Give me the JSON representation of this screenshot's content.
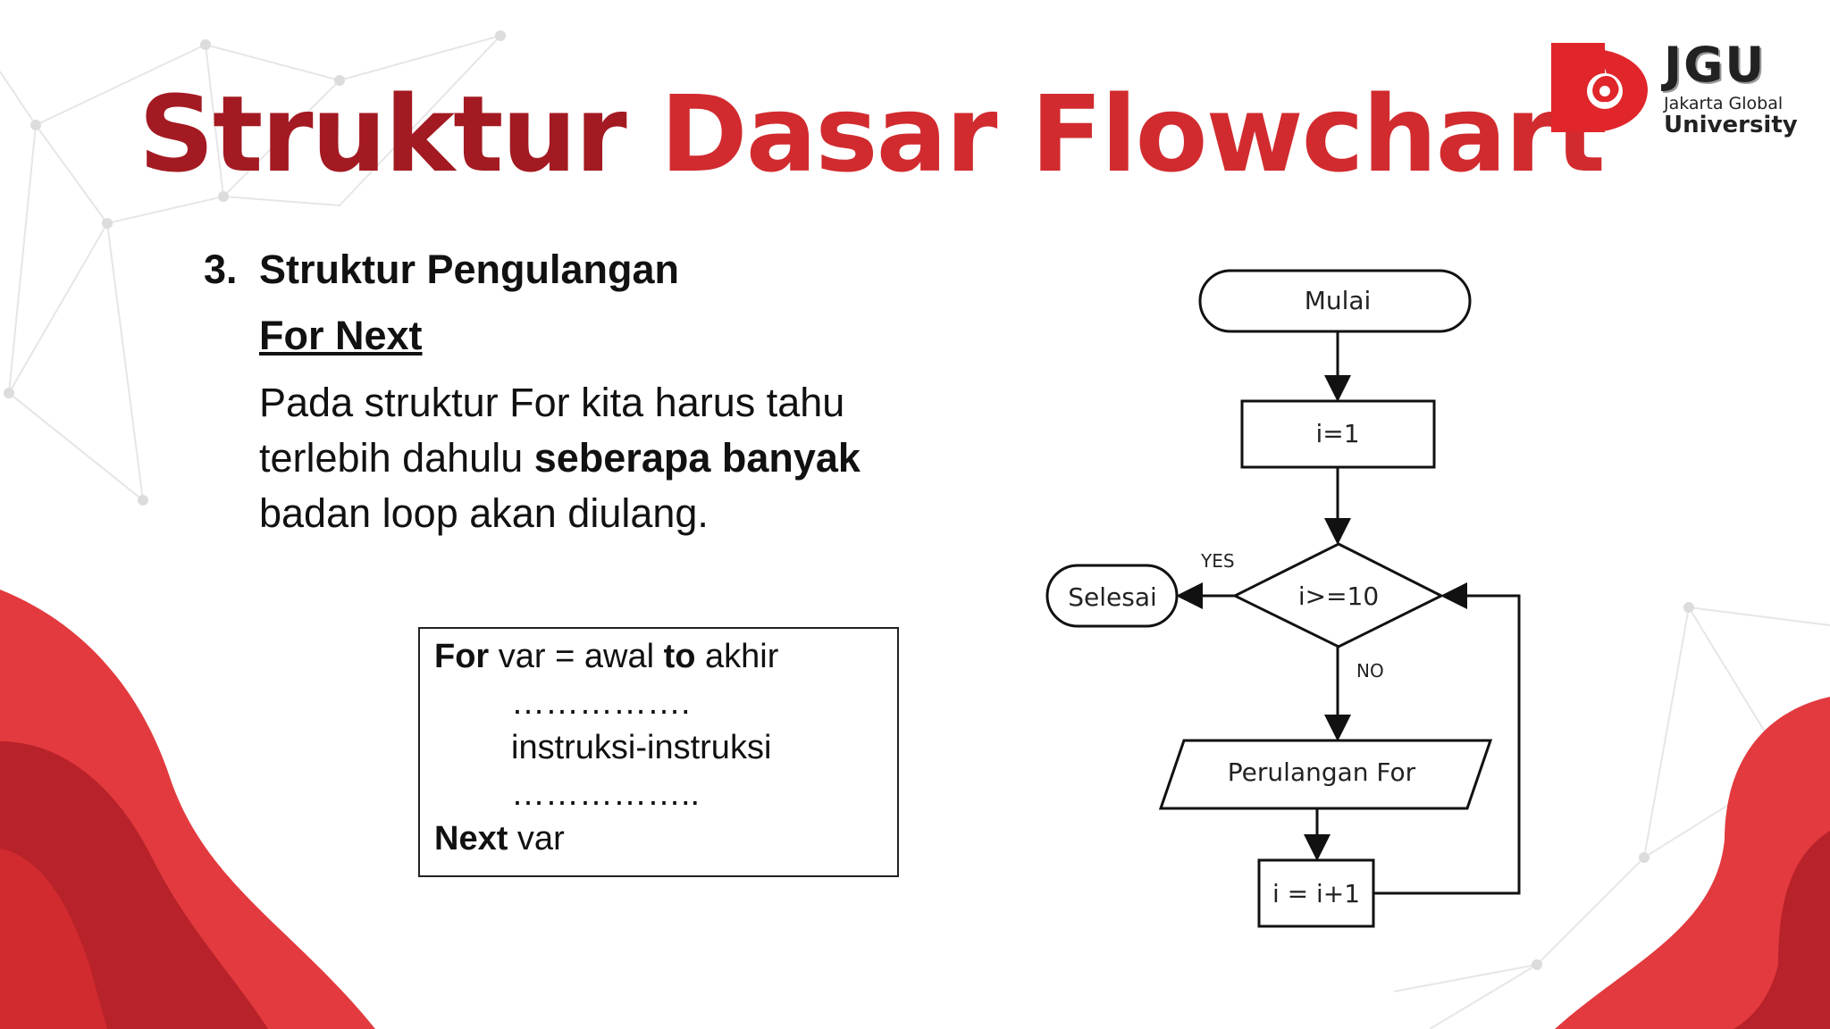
{
  "slide": {
    "title_part1": "Struktur",
    "title_part2": "Dasar Flowchart",
    "logo": {
      "abbr": "JGU",
      "name_line1": "Jakarta Global",
      "name_line2": "University",
      "icon": "orchid-logo-icon"
    },
    "heading_number": "3.",
    "heading_text": "Struktur Pengulangan",
    "subheading": "For Next",
    "paragraph": {
      "line1": "Pada struktur For kita harus tahu",
      "line2_pre": "terlebih dahulu ",
      "line2_bold": "seberapa banyak",
      "line3": "badan loop akan diulang."
    },
    "code": {
      "l1_kw1": "For",
      "l1_mid": " var = awal ",
      "l1_kw2": "to",
      "l1_end": " akhir",
      "l2": "…………….",
      "l3": "instruksi-instruksi",
      "l4": "……………..",
      "l5_kw": "Next",
      "l5_end": " var"
    },
    "colors": {
      "accent": "#d12b2f",
      "accent_dark": "#a31a22"
    }
  },
  "flowchart": {
    "start": "Mulai",
    "init": "i=1",
    "condition": "i>=10",
    "yes_label": "YES",
    "no_label": "NO",
    "end": "Selesai",
    "loop_body": "Perulangan For",
    "increment": "i = i+1"
  }
}
